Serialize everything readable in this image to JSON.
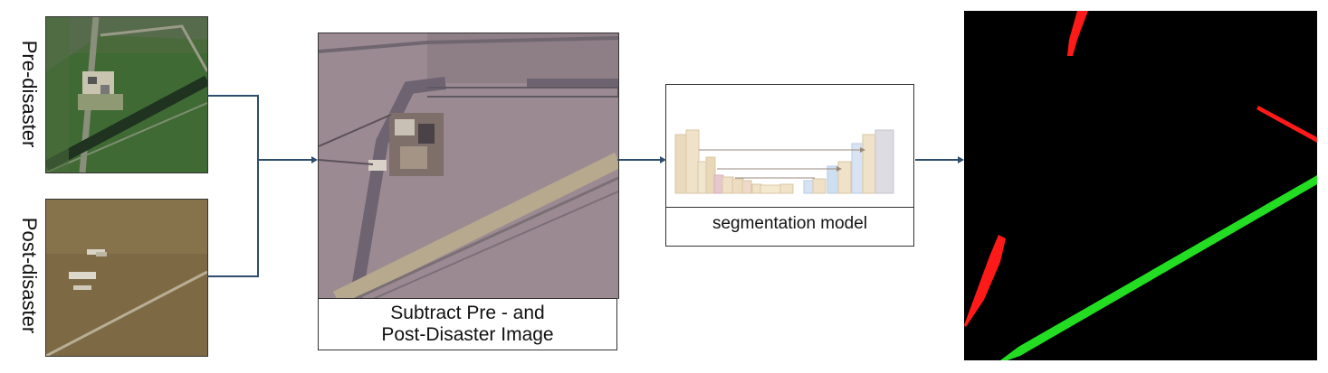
{
  "inputs": {
    "pre_label": "Pre-disaster",
    "post_label": "Post-disaster"
  },
  "subtract": {
    "caption_line1": "Subtract Pre - and",
    "caption_line2": "Post-Disaster Image"
  },
  "model": {
    "label": "segmentation model"
  },
  "colors": {
    "arrow": "#2f4d6e",
    "mask_background": "#000000",
    "mask_red": "#ff1a1a",
    "mask_green": "#22dd22"
  }
}
